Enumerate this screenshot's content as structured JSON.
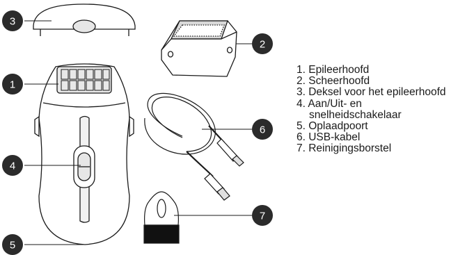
{
  "callouts": [
    "1",
    "2",
    "3",
    "4",
    "5",
    "6",
    "7"
  ],
  "legend": [
    "1. Epileerhoofd",
    "2. Scheerhoofd",
    "3. Deksel voor het epileerhoofd",
    "4. Aan/Uit- en",
    "snelheidschakelaar",
    "5. Oplaadpoort",
    "6. USB-kabel",
    "7. Reinigingsborstel"
  ],
  "colors": {
    "outline": "#1a1a1a",
    "callout_fill": "#2b2b2b",
    "brush_bristles": "#111111",
    "shade": "#d9d9d9"
  }
}
